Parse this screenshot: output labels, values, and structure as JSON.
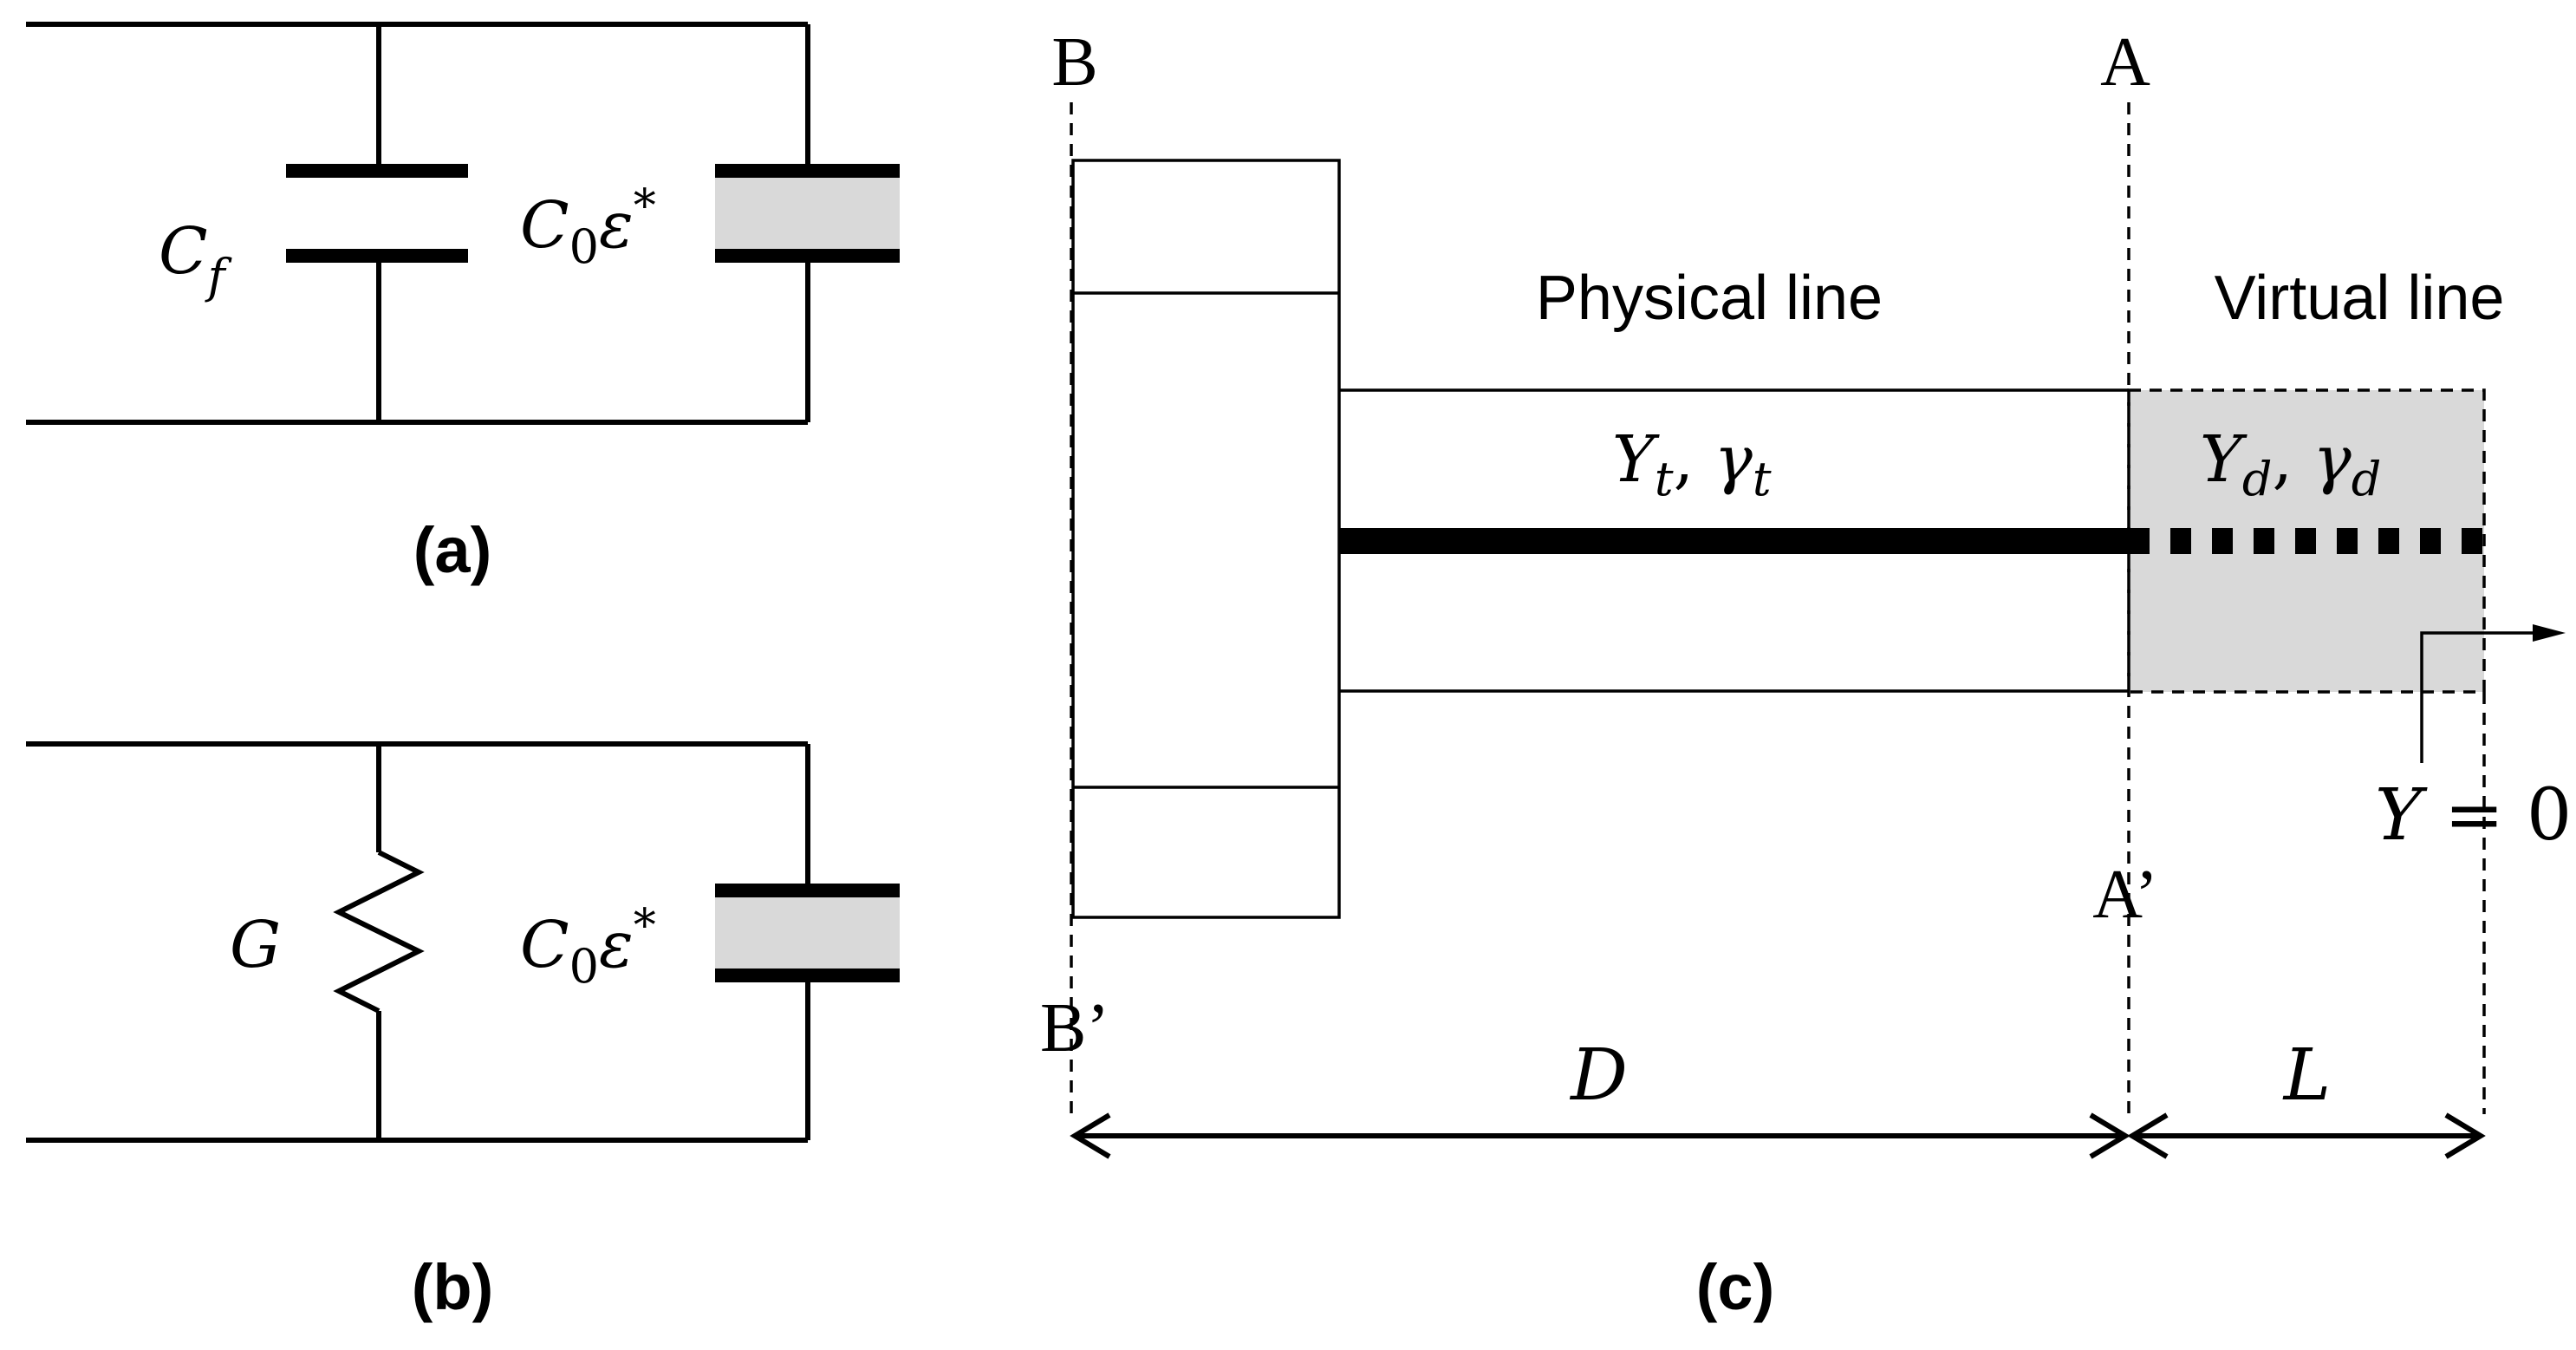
{
  "panel_a": {
    "label": "(a)",
    "cap1": {
      "sym": "C",
      "sub": "f"
    },
    "cap2": {
      "sym": "C",
      "sub": "0",
      "eps": "ε",
      "sup": "*"
    }
  },
  "panel_b": {
    "label": "(b)",
    "resistor": {
      "sym": "G"
    },
    "cap2": {
      "sym": "C",
      "sub": "0",
      "eps": "ε",
      "sup": "*"
    }
  },
  "panel_c": {
    "label": "(c)",
    "plane_b_top": "B",
    "plane_b_bottom": "B’",
    "plane_a_top": "A",
    "plane_a_bottom": "A’",
    "physical_line": "Physical line",
    "virtual_line": "Virtual line",
    "phys_params": {
      "Y": "Y",
      "Ysub": "t",
      "sep": ", ",
      "g": "γ",
      "gsub": "t"
    },
    "virt_params": {
      "Y": "Y",
      "Ysub": "d",
      "sep": ", ",
      "g": "γ",
      "gsub": "d"
    },
    "termination": {
      "Y": "Y",
      "eq": " = 0"
    },
    "dim_D": "D",
    "dim_L": "L"
  }
}
